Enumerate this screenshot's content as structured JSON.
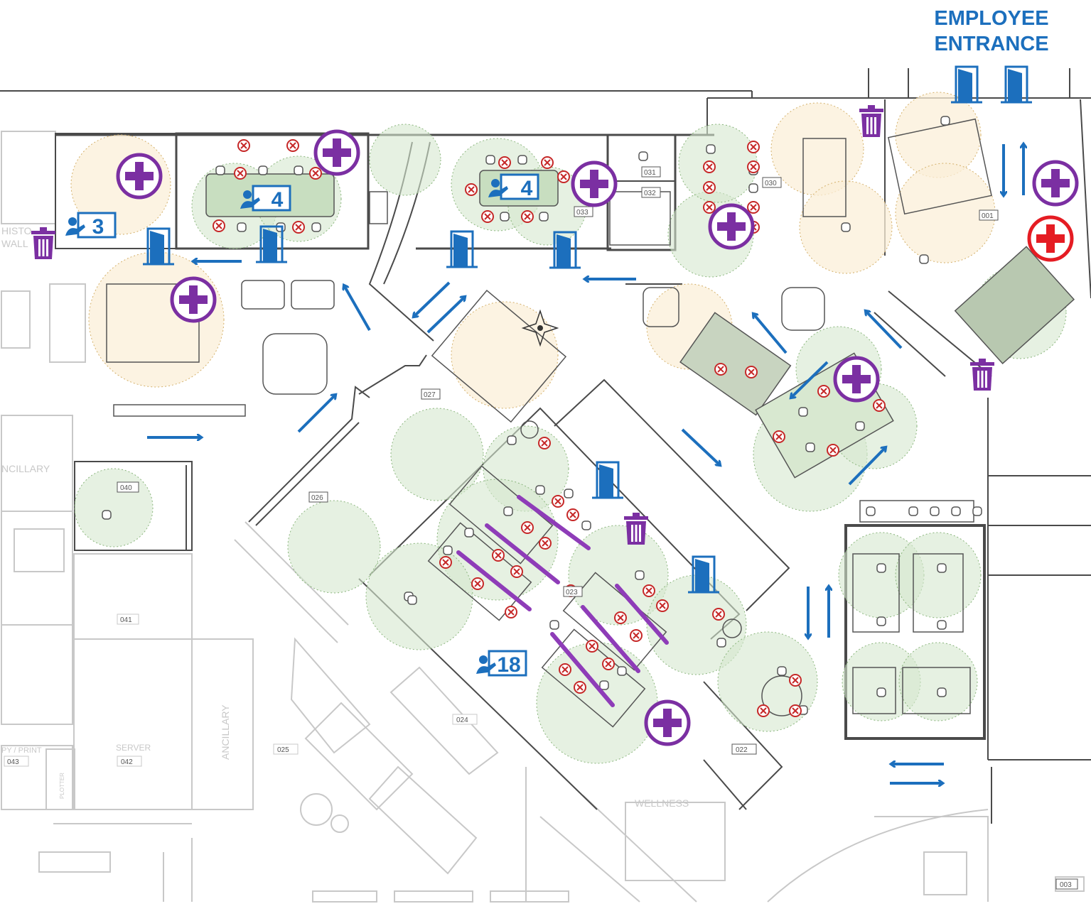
{
  "entrance": {
    "line1": "EMPLOYEE",
    "line2": "ENTRANCE"
  },
  "colors": {
    "flow_arrow": "#1c6fbd",
    "sanitizer": "#7b2fa2",
    "first_aid": "#e51c23",
    "seat_disabled": "#c62828",
    "zone_fill": "#d5e8cf",
    "common_zone_fill": "#fbefd8",
    "wall": "#4a4a4a",
    "faded_wall": "#c8c8c8"
  },
  "room_labels": {
    "r031": "031",
    "r032": "032",
    "r033": "033",
    "r030": "030",
    "r001": "001",
    "r027": "027",
    "r026": "026",
    "r040": "040",
    "r041": "041",
    "r043": "043",
    "r042": "042",
    "r025": "025",
    "r024": "024",
    "r022": "022",
    "r003": "003",
    "r023": "023"
  },
  "zone_labels": {
    "ancillary_left": "NCILLARY",
    "ancillary_vertical": "ANCILLARY",
    "history_wall_1": "HISTO",
    "history_wall_2": "WALL",
    "copy_print": "PY / PRINT",
    "server": "SERVER",
    "plotter": "PLOTTER",
    "wellness": "WELLNESS"
  },
  "capacity_badges": {
    "room_3": "3",
    "conf_left": "4",
    "conf_mid": "4",
    "open_office": "18"
  },
  "legend_icons": [
    "sanitizer-station-icon",
    "first-aid-icon",
    "trash-can-icon",
    "door-icon",
    "flow-arrow-icon",
    "disabled-seat-icon",
    "room-capacity-icon"
  ]
}
